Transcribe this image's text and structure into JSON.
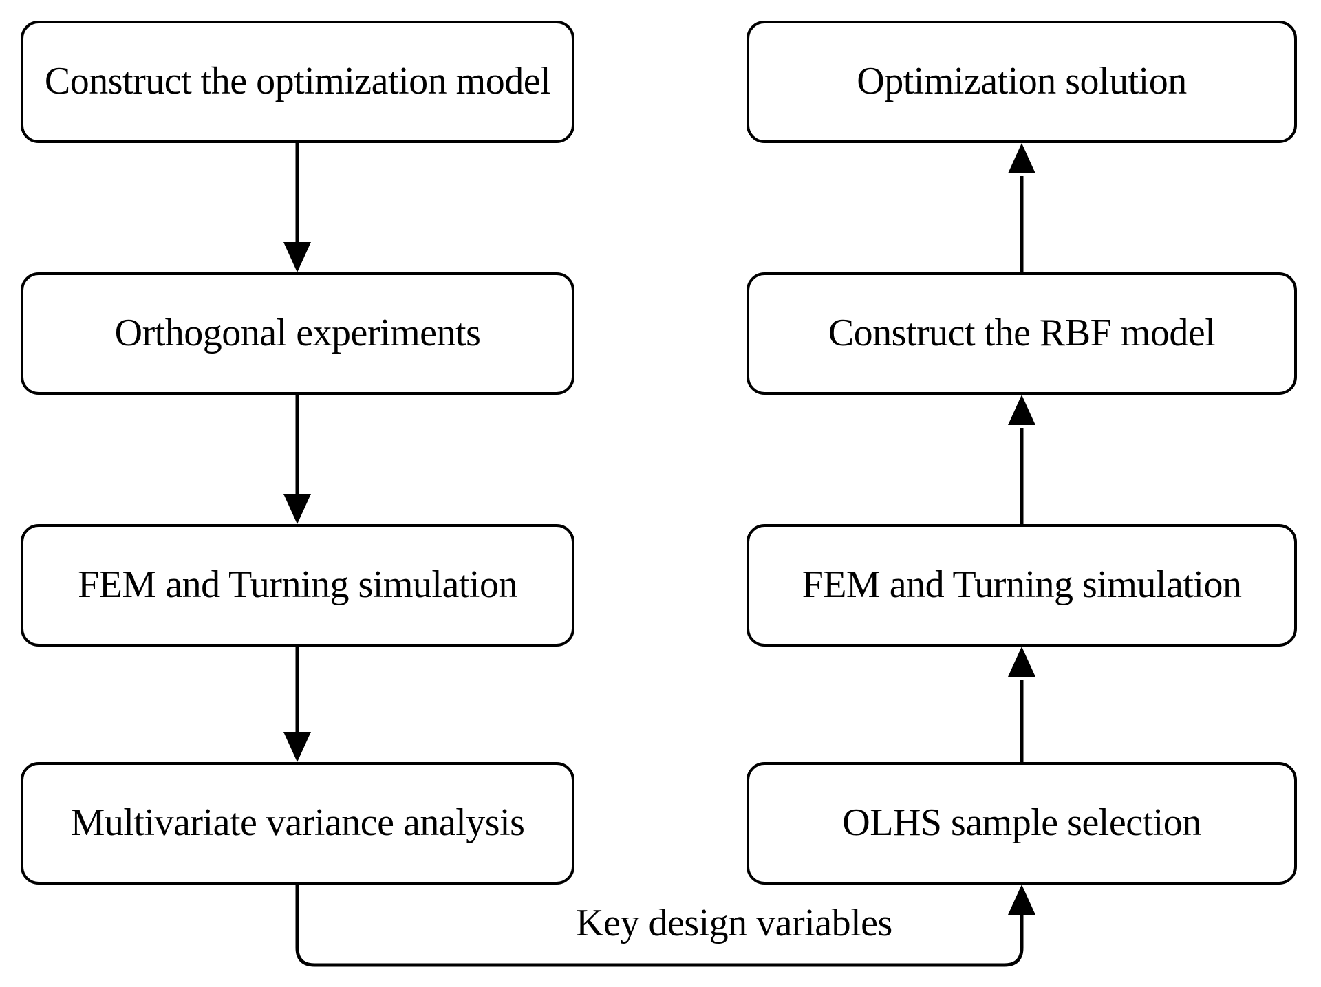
{
  "diagram": {
    "colors": {
      "ink": "#000000",
      "background": "#ffffff"
    },
    "left_column": {
      "boxes": [
        {
          "label": "Construct the optimization model"
        },
        {
          "label": "Orthogonal experiments"
        },
        {
          "label": "FEM and Turning simulation"
        },
        {
          "label": "Multivariate variance analysis"
        }
      ]
    },
    "right_column": {
      "boxes": [
        {
          "label": "Optimization solution"
        },
        {
          "label": "Construct the RBF model"
        },
        {
          "label": "FEM and Turning simulation"
        },
        {
          "label": "OLHS sample selection"
        }
      ]
    },
    "connector_label": "Key design variables",
    "edges": [
      {
        "from": "left.0",
        "to": "left.1"
      },
      {
        "from": "left.1",
        "to": "left.2"
      },
      {
        "from": "left.2",
        "to": "left.3"
      },
      {
        "from": "left.3",
        "to": "right.3",
        "label": "Key design variables"
      },
      {
        "from": "right.3",
        "to": "right.2"
      },
      {
        "from": "right.2",
        "to": "right.1"
      },
      {
        "from": "right.1",
        "to": "right.0"
      }
    ]
  }
}
